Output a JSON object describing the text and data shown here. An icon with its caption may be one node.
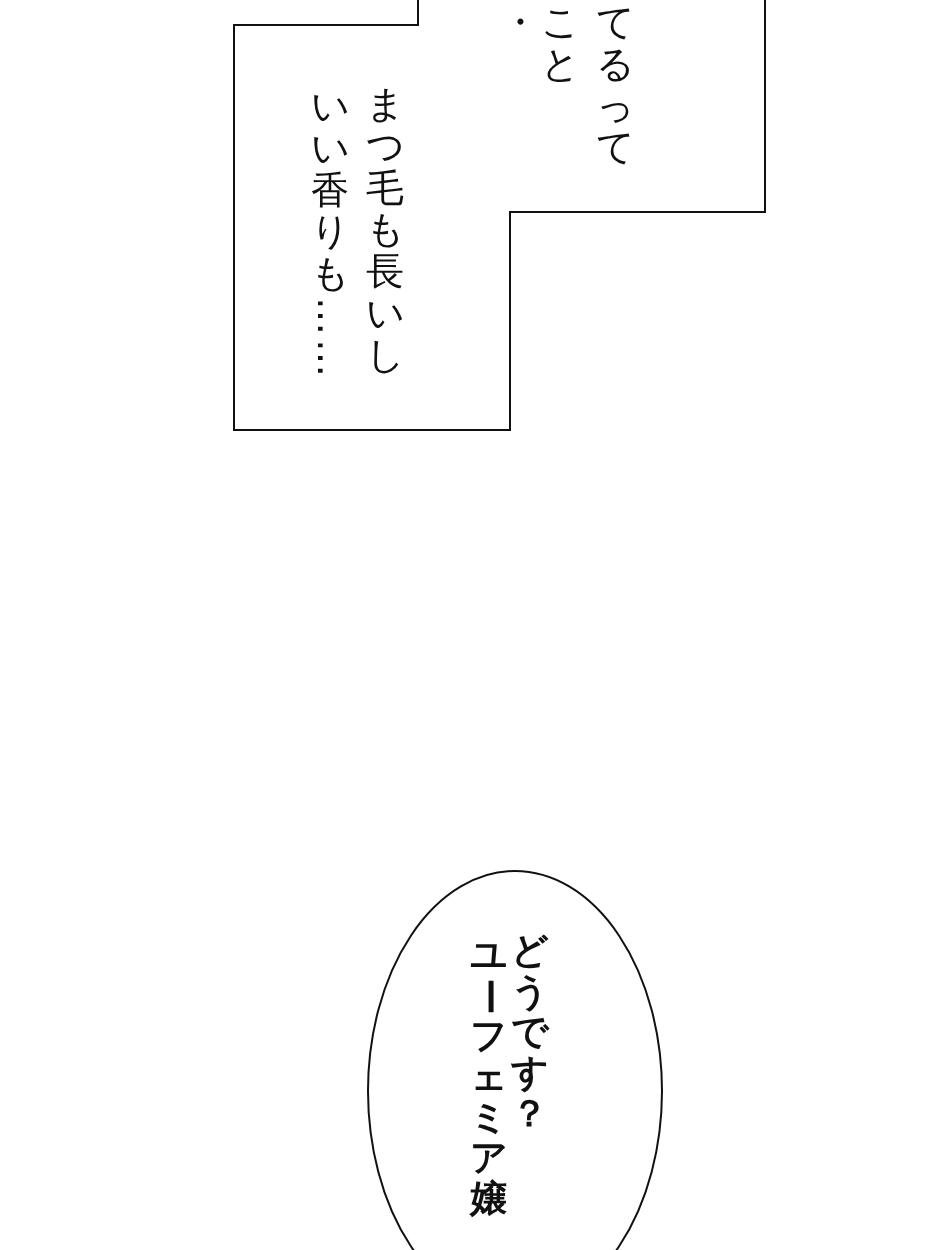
{
  "diagram": {
    "nodes": [
      {
        "text": [
          "てるって",
          "こと",
          "・",
          "まつ毛も長いし",
          "いい香りも……"
        ]
      },
      {
        "text": [
          "どうです？",
          "ユーフェミア嬢"
        ]
      }
    ]
  }
}
